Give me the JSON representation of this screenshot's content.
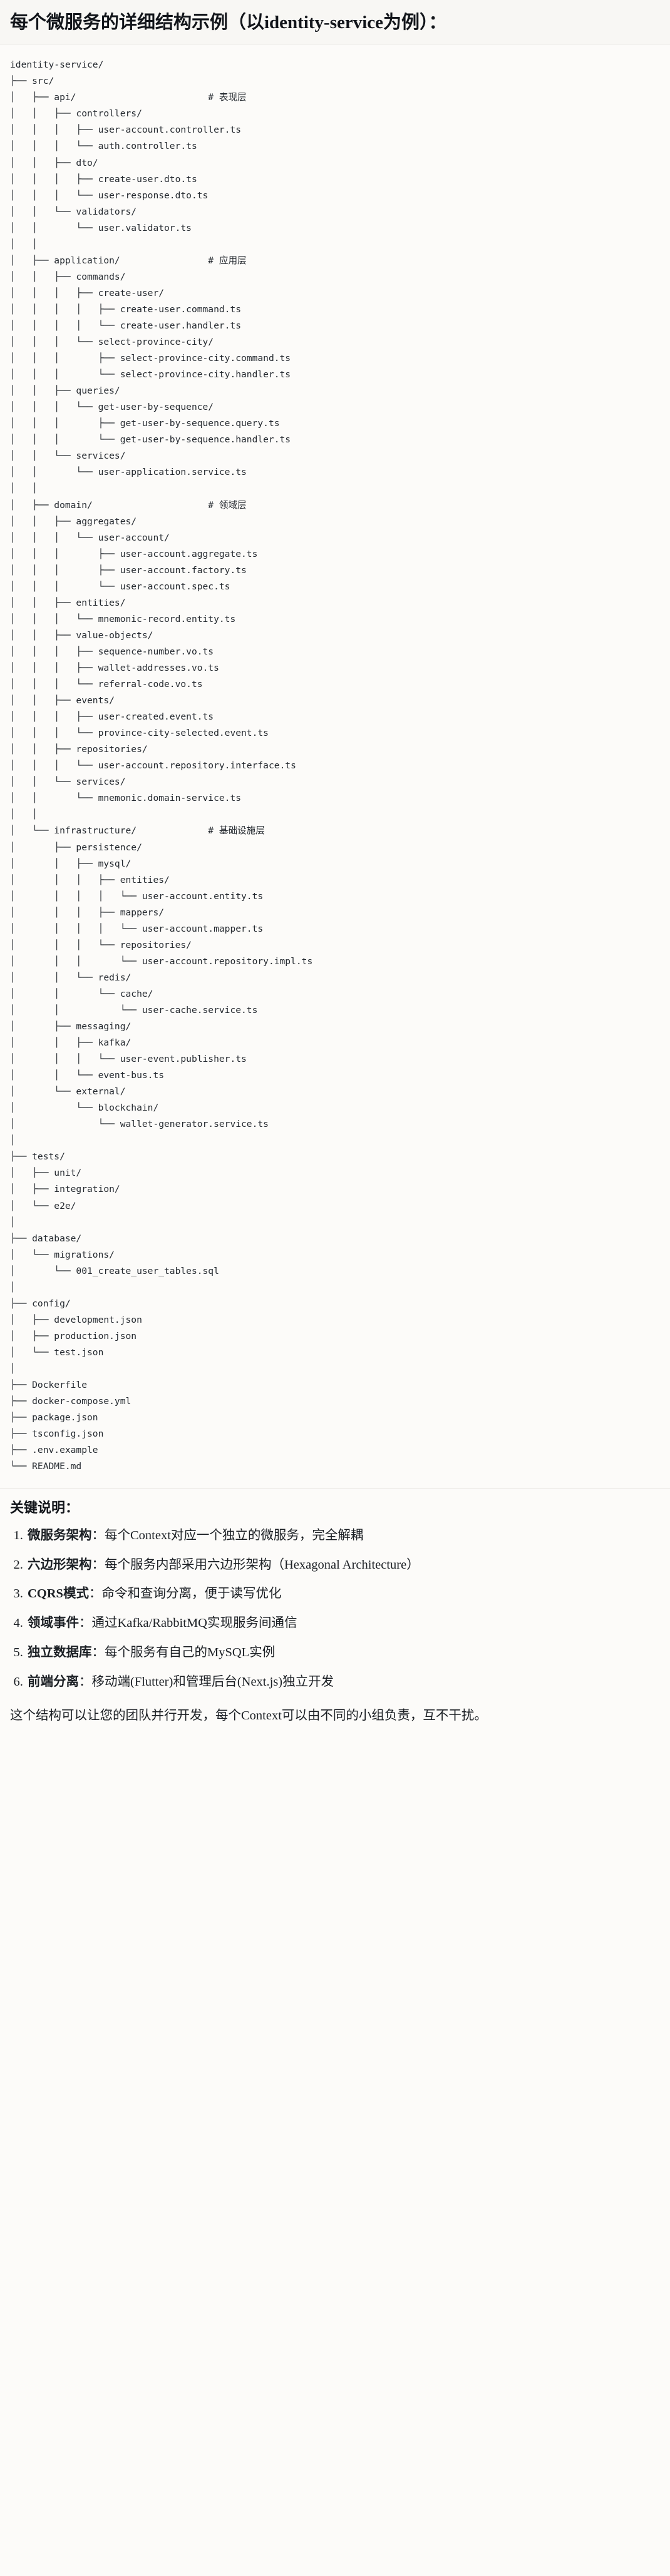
{
  "heading": {
    "title": "每个微服务的详细结构示例（以identity-service为例）："
  },
  "tree": {
    "root": "identity-service/",
    "comments": {
      "api": "# 表现层",
      "application": "# 应用层",
      "domain": "# 领域层",
      "infrastructure": "# 基础设施层"
    },
    "text": "identity-service/\n├── src/\n│   ├── api/                        # 表现层\n│   │   ├── controllers/\n│   │   │   ├── user-account.controller.ts\n│   │   │   └── auth.controller.ts\n│   │   ├── dto/\n│   │   │   ├── create-user.dto.ts\n│   │   │   └── user-response.dto.ts\n│   │   └── validators/\n│   │       └── user.validator.ts\n│   │\n│   ├── application/                # 应用层\n│   │   ├── commands/\n│   │   │   ├── create-user/\n│   │   │   │   ├── create-user.command.ts\n│   │   │   │   └── create-user.handler.ts\n│   │   │   └── select-province-city/\n│   │   │       ├── select-province-city.command.ts\n│   │   │       └── select-province-city.handler.ts\n│   │   ├── queries/\n│   │   │   └── get-user-by-sequence/\n│   │   │       ├── get-user-by-sequence.query.ts\n│   │   │       └── get-user-by-sequence.handler.ts\n│   │   └── services/\n│   │       └── user-application.service.ts\n│   │\n│   ├── domain/                     # 领域层\n│   │   ├── aggregates/\n│   │   │   └── user-account/\n│   │   │       ├── user-account.aggregate.ts\n│   │   │       ├── user-account.factory.ts\n│   │   │       └── user-account.spec.ts\n│   │   ├── entities/\n│   │   │   └── mnemonic-record.entity.ts\n│   │   ├── value-objects/\n│   │   │   ├── sequence-number.vo.ts\n│   │   │   ├── wallet-addresses.vo.ts\n│   │   │   └── referral-code.vo.ts\n│   │   ├── events/\n│   │   │   ├── user-created.event.ts\n│   │   │   └── province-city-selected.event.ts\n│   │   ├── repositories/\n│   │   │   └── user-account.repository.interface.ts\n│   │   └── services/\n│   │       └── mnemonic.domain-service.ts\n│   │\n│   └── infrastructure/             # 基础设施层\n│       ├── persistence/\n│       │   ├── mysql/\n│       │   │   ├── entities/\n│       │   │   │   └── user-account.entity.ts\n│       │   │   ├── mappers/\n│       │   │   │   └── user-account.mapper.ts\n│       │   │   └── repositories/\n│       │   │       └── user-account.repository.impl.ts\n│       │   └── redis/\n│       │       └── cache/\n│       │           └── user-cache.service.ts\n│       ├── messaging/\n│       │   ├── kafka/\n│       │   │   └── user-event.publisher.ts\n│       │   └── event-bus.ts\n│       └── external/\n│           └── blockchain/\n│               └── wallet-generator.service.ts\n│\n├── tests/\n│   ├── unit/\n│   ├── integration/\n│   └── e2e/\n│\n├── database/\n│   └── migrations/\n│       └── 001_create_user_tables.sql\n│\n├── config/\n│   ├── development.json\n│   ├── production.json\n│   └── test.json\n│\n├── Dockerfile\n├── docker-compose.yml\n├── package.json\n├── tsconfig.json\n├── .env.example\n└── README.md"
  },
  "keypoints": {
    "title": "关键说明：",
    "items": [
      {
        "term": "微服务架构",
        "sep": "：",
        "desc": "每个Context对应一个独立的微服务，完全解耦"
      },
      {
        "term": "六边形架构",
        "sep": "：",
        "desc": "每个服务内部采用六边形架构（Hexagonal Architecture）"
      },
      {
        "term": "CQRS模式",
        "sep": "：",
        "desc": "命令和查询分离，便于读写优化"
      },
      {
        "term": "领域事件",
        "sep": "：",
        "desc": "通过Kafka/RabbitMQ实现服务间通信"
      },
      {
        "term": "独立数据库",
        "sep": "：",
        "desc": "每个服务有自己的MySQL实例"
      },
      {
        "term": "前端分离",
        "sep": "：",
        "desc": "移动端(Flutter)和管理后台(Next.js)独立开发"
      }
    ]
  },
  "closing": {
    "note": "这个结构可以让您的团队并行开发，每个Context可以由不同的小组负责，互不干扰。"
  }
}
